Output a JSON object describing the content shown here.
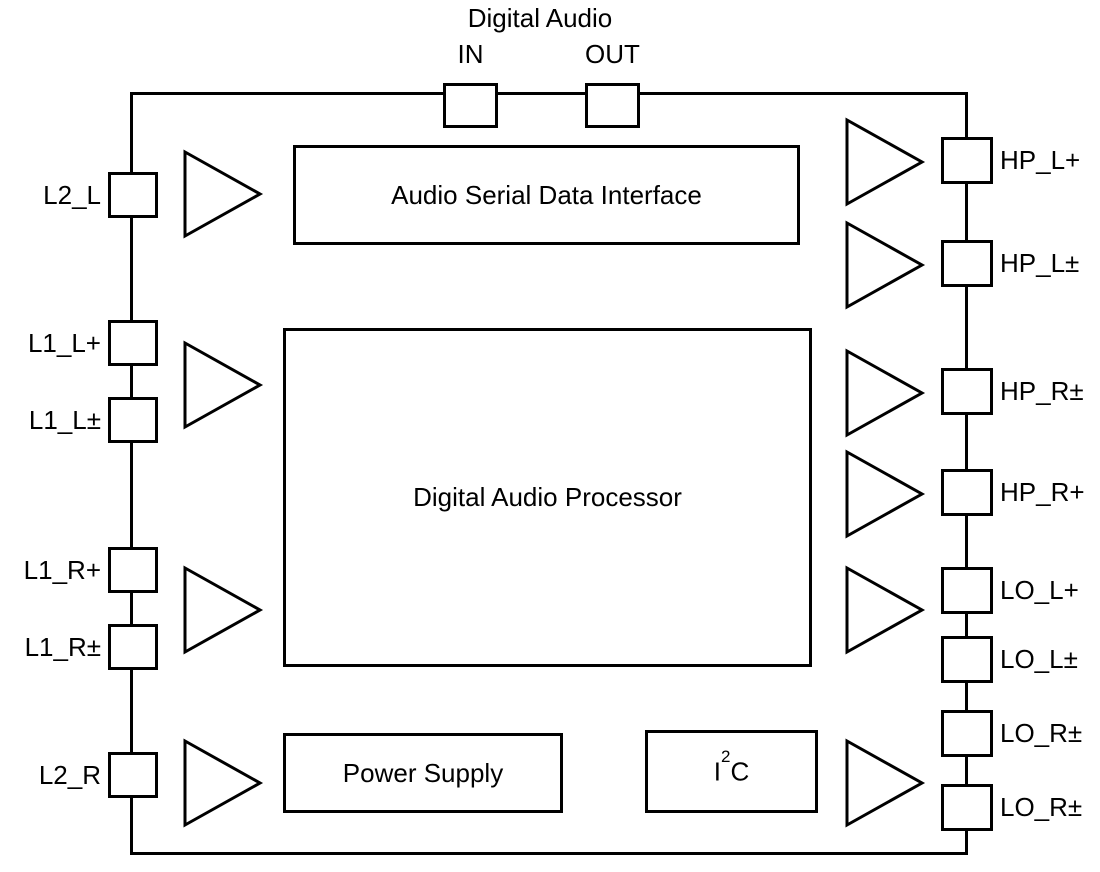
{
  "diagram": {
    "title": "Digital Audio",
    "top_pins": {
      "in": "IN",
      "out": "OUT"
    },
    "blocks": {
      "audio_serial": "Audio Serial Data Interface",
      "processor": "Digital Audio Processor",
      "power": "Power Supply",
      "i2c": {
        "pre": "I",
        "sup": "2",
        "post": "C"
      }
    },
    "left_pins": [
      {
        "label": "L2_L"
      },
      {
        "label": "L1_L+"
      },
      {
        "label": "L1_L±"
      },
      {
        "label": "L1_R+"
      },
      {
        "label": "L1_R±"
      },
      {
        "label": "L2_R"
      }
    ],
    "right_pins": [
      {
        "label": "HP_L+"
      },
      {
        "label": "HP_L±"
      },
      {
        "label": "HP_R±"
      },
      {
        "label": "HP_R+"
      },
      {
        "label": "LO_L+"
      },
      {
        "label": "LO_L±"
      },
      {
        "label": "LO_R±"
      },
      {
        "label": "LO_R±"
      }
    ],
    "colors": {
      "stroke": "#000000",
      "background": "#ffffff"
    }
  }
}
